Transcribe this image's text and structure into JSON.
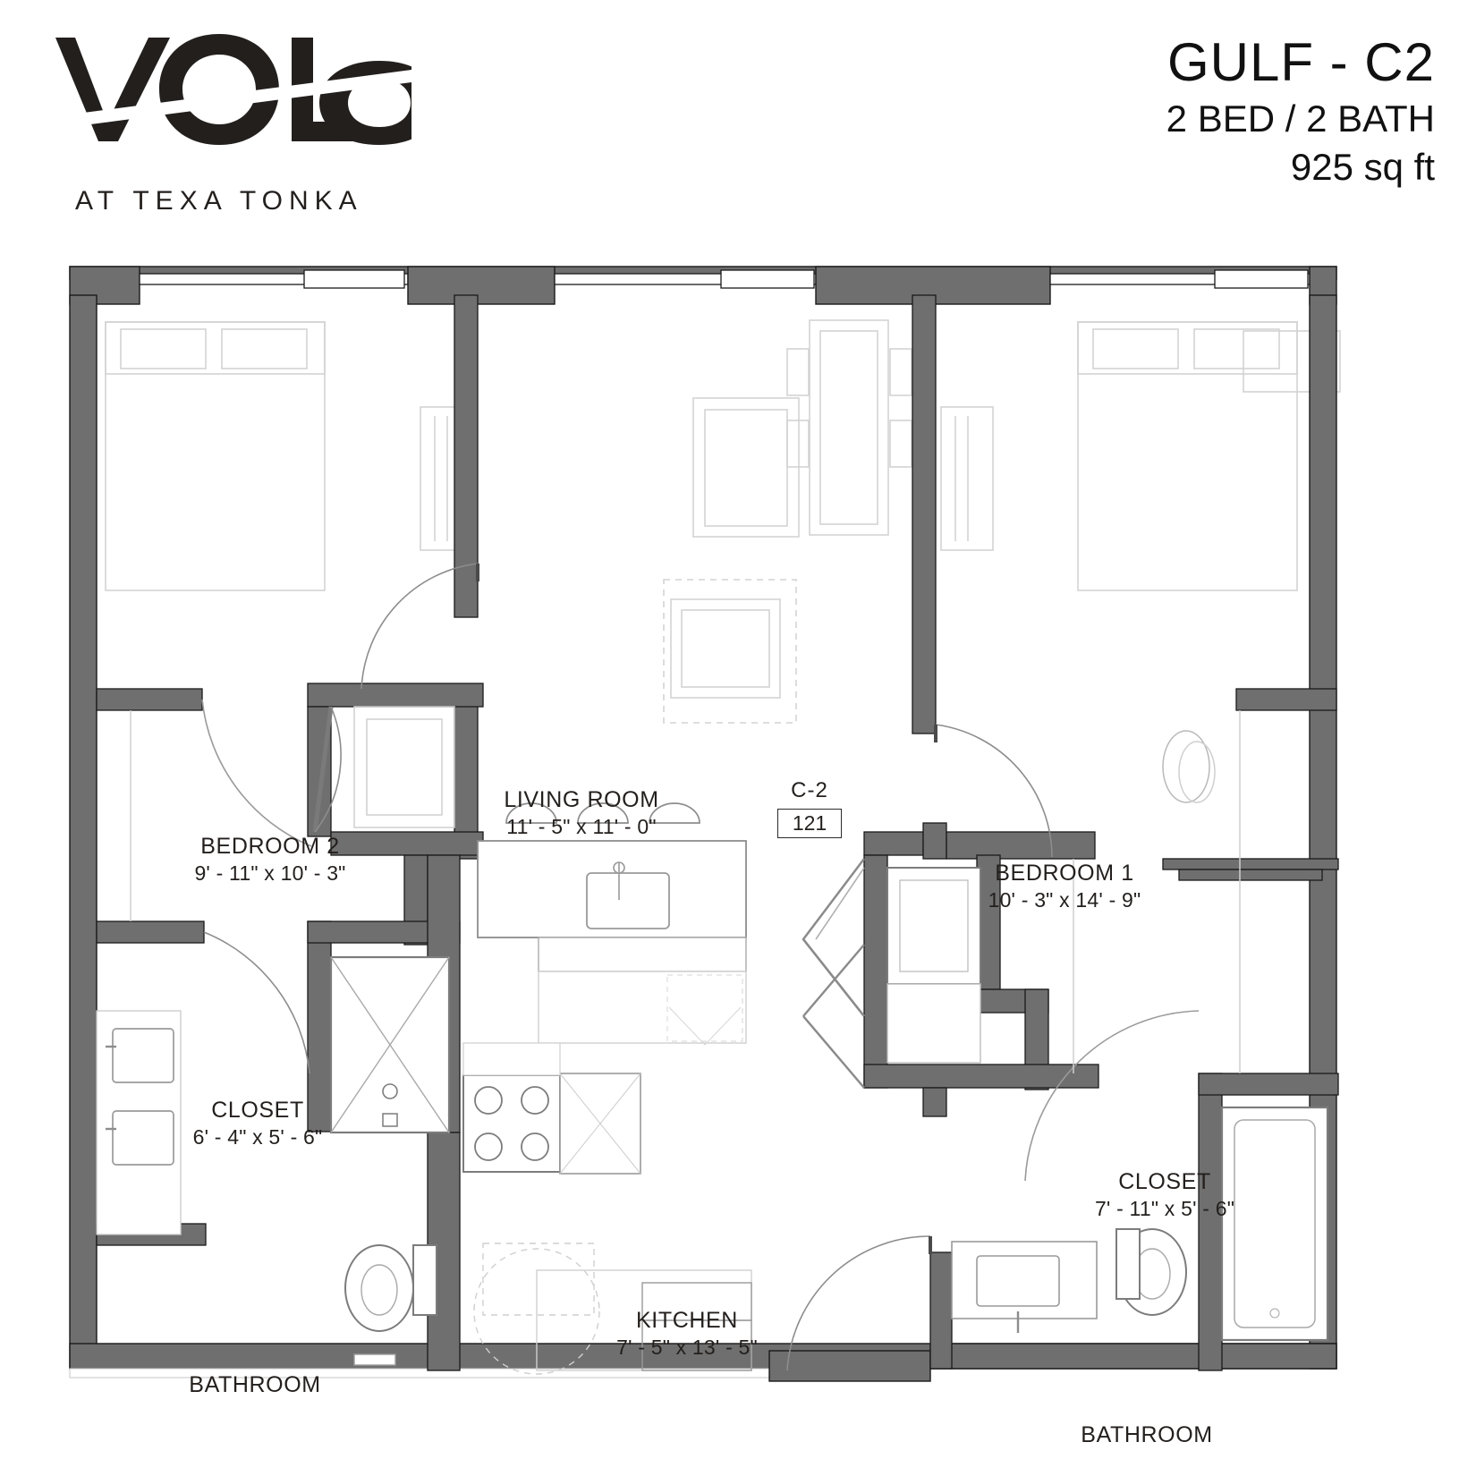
{
  "brand": {
    "logo_text": "VOLO",
    "logo_subtitle": "AT TEXA TONKA",
    "logo_color": "#231f1d"
  },
  "header": {
    "unit_name": "GULF - C2",
    "beds_baths": "2 BED / 2 BATH",
    "square_feet": "925 sq ft"
  },
  "floorplan": {
    "unit_tag_label": "C-2",
    "unit_number": "121",
    "wall_color": "#6f6f6f",
    "wall_outline_color": "#1a1a1a",
    "fixture_color": "#b8b8b8",
    "rooms": [
      {
        "name": "BEDROOM 2",
        "dimensions": "9' - 11\" x 10' - 3\""
      },
      {
        "name": "LIVING ROOM",
        "dimensions": "11' - 5\" x 11' - 0\""
      },
      {
        "name": "BEDROOM 1",
        "dimensions": "10' - 3\" x 14' - 9\""
      },
      {
        "name": "CLOSET",
        "dimensions": "6' - 4\" x 5' - 6\""
      },
      {
        "name": "CLOSET",
        "dimensions": "7' - 11\" x 5' - 6\""
      },
      {
        "name": "KITCHEN",
        "dimensions": "7' - 5\" x 13' - 5\""
      },
      {
        "name": "BATHROOM",
        "dimensions": ""
      },
      {
        "name": "BATHROOM",
        "dimensions": ""
      }
    ]
  }
}
